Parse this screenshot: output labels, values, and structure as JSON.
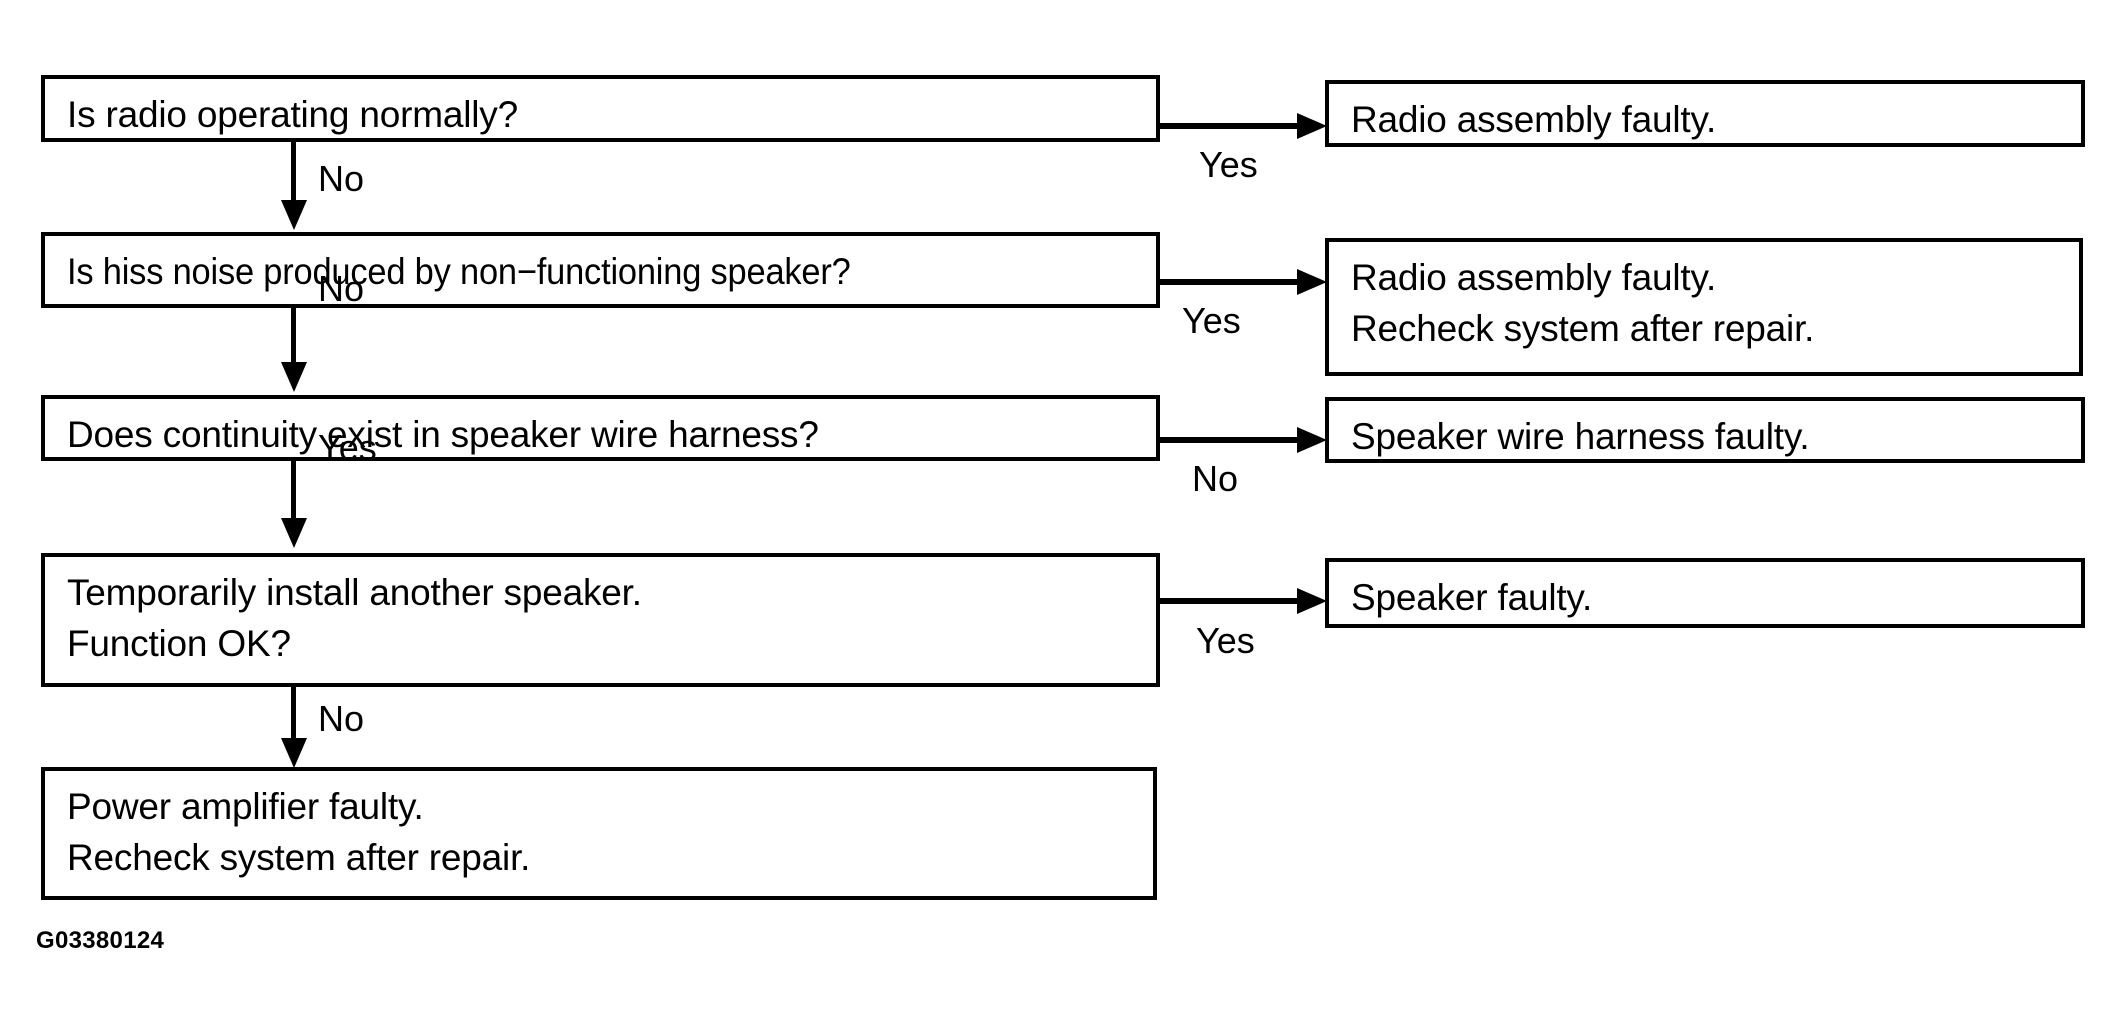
{
  "figure": {
    "caption": "G03380124",
    "accent_color": "#000000",
    "background_color": "#ffffff"
  },
  "nodes": [
    {
      "id": "q1",
      "role": "question",
      "lines": [
        "Is radio operating normally?"
      ]
    },
    {
      "id": "r1",
      "role": "result",
      "lines": [
        "Radio assembly faulty."
      ]
    },
    {
      "id": "q2",
      "role": "question",
      "lines": [
        "Is hiss noise produced by non−functioning speaker?"
      ]
    },
    {
      "id": "r2",
      "role": "result",
      "lines": [
        "Radio assembly faulty.",
        "Recheck system after repair."
      ]
    },
    {
      "id": "q3",
      "role": "question",
      "lines": [
        "Does continuity exist in speaker wire harness?"
      ]
    },
    {
      "id": "r3",
      "role": "result",
      "lines": [
        "Speaker wire harness faulty."
      ]
    },
    {
      "id": "q4",
      "role": "question",
      "lines": [
        "Temporarily install another speaker.",
        "Function OK?"
      ]
    },
    {
      "id": "r4",
      "role": "result",
      "lines": [
        "Speaker faulty."
      ]
    },
    {
      "id": "r5",
      "role": "result",
      "lines": [
        "Power amplifier faulty.",
        "Recheck system after repair."
      ]
    }
  ],
  "edges": [
    {
      "id": "e1",
      "from": "q1",
      "to": "q2",
      "label": "No",
      "direction": "down"
    },
    {
      "id": "e2",
      "from": "q1",
      "to": "r1",
      "label": "Yes",
      "direction": "right"
    },
    {
      "id": "e3",
      "from": "q2",
      "to": "q3",
      "label": "No",
      "direction": "down"
    },
    {
      "id": "e4",
      "from": "q2",
      "to": "r2",
      "label": "Yes",
      "direction": "right"
    },
    {
      "id": "e5",
      "from": "q3",
      "to": "q4",
      "label": "Yes",
      "direction": "down"
    },
    {
      "id": "e6",
      "from": "q3",
      "to": "r3",
      "label": "No",
      "direction": "right"
    },
    {
      "id": "e7",
      "from": "q4",
      "to": "r5",
      "label": "No",
      "direction": "down"
    },
    {
      "id": "e8",
      "from": "q4",
      "to": "r4",
      "label": "Yes",
      "direction": "right"
    }
  ]
}
